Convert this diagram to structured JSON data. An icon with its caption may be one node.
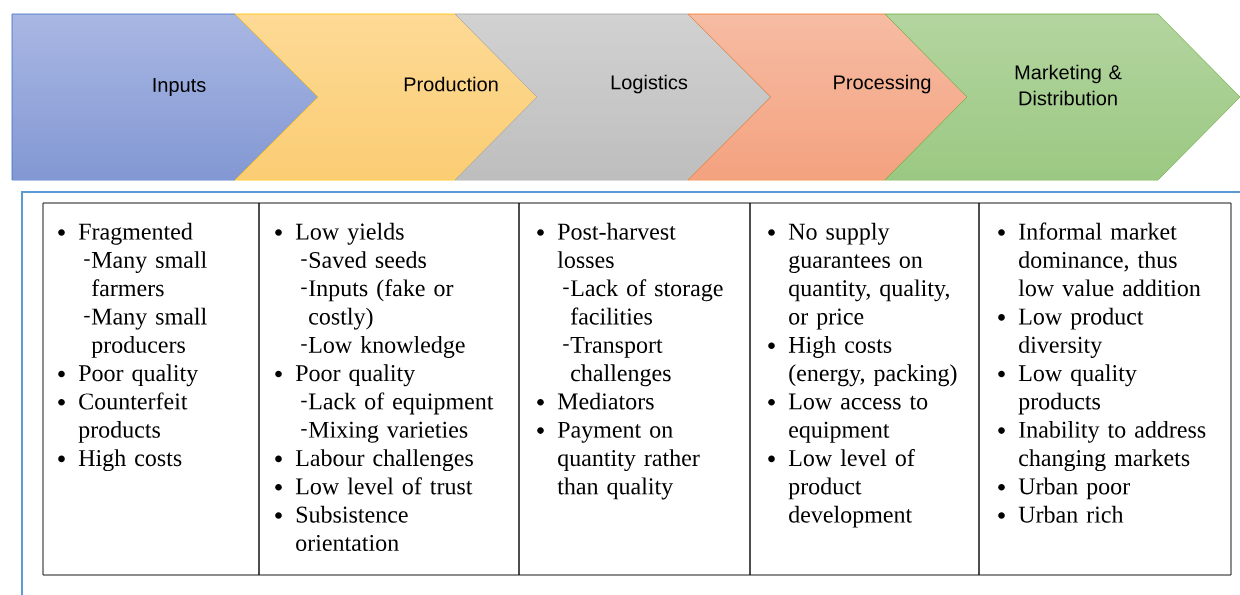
{
  "diagram": {
    "nodes": [
      {
        "text": [
          "Inputs"
        ]
      },
      {
        "text": [
          "Production"
        ]
      },
      {
        "text": [
          "Logistics"
        ]
      },
      {
        "text": [
          "Processing"
        ]
      },
      {
        "text": [
          "Marketing & Distribution"
        ]
      },
      {
        "text": [
          "Fragmented",
          "Many small farmers",
          "Many small producers",
          "Poor quality",
          "Counterfeit products",
          "High costs"
        ]
      },
      {
        "text": [
          "Low yields",
          "Saved seeds",
          "Inputs (fake or costly)",
          "Low knowledge",
          "Poor quality",
          "Lack of equipment",
          "Mixing varieties",
          "Labour challenges",
          "Low level of trust",
          "Subsistence orientation"
        ]
      },
      {
        "text": [
          "Post-harvest losses",
          "Lack of storage facilities",
          "Transport challenges",
          "Mediators",
          "Payment on quantity rather than quality"
        ]
      },
      {
        "text": [
          "No supply guarantees on quantity, quality, or price",
          "High costs (energy, packing)",
          "Low access to equipment",
          "Low level of product development"
        ]
      },
      {
        "text": [
          "Informal market dominance, thus low value addition",
          "Low product diversity",
          "Low quality products",
          "Inability to address changing markets",
          "Urban poor",
          "Urban rich"
        ]
      }
    ]
  }
}
